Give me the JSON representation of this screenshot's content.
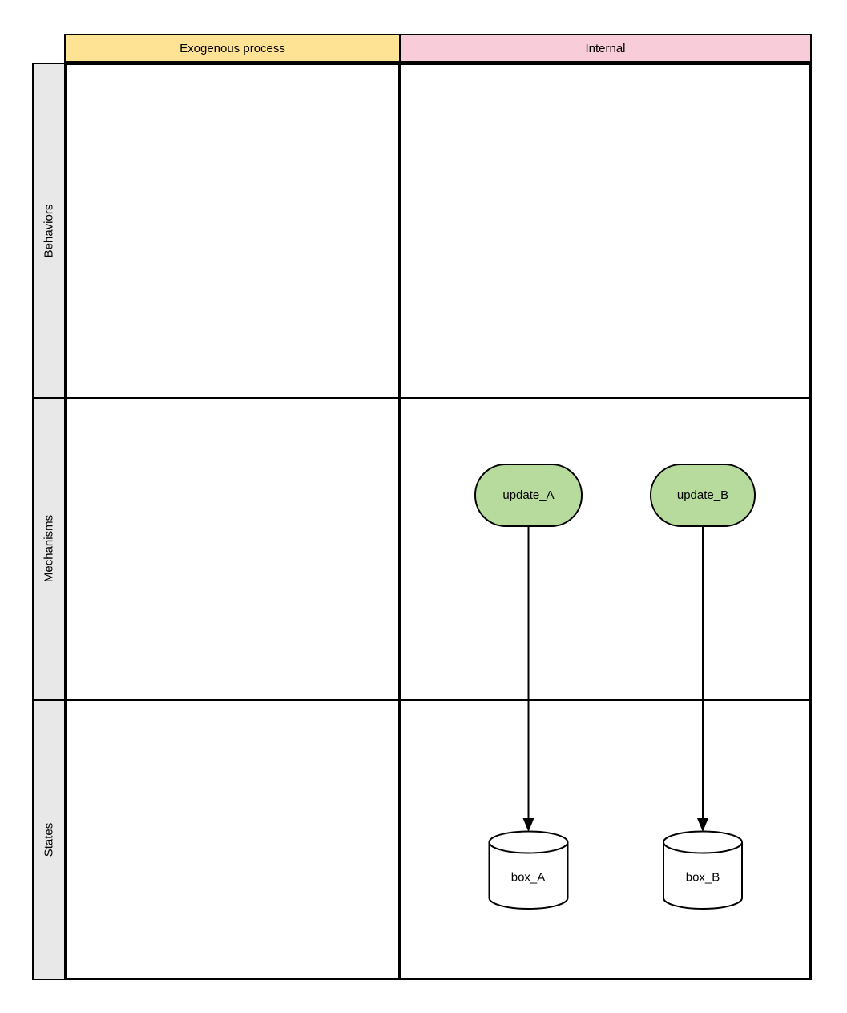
{
  "diagram": {
    "header": {
      "exogenous": "Exogenous process",
      "internal": "Internal"
    },
    "row_labels": {
      "behaviors": "Behaviors",
      "mechanisms": "Mechanisms",
      "states": "States"
    },
    "nodes": {
      "update_a": "update_A",
      "update_b": "update_B",
      "box_a": "box_A",
      "box_b": "box_B"
    },
    "edges": [
      {
        "from": "update_A",
        "to": "box_A",
        "style": "solid-arrow-down"
      },
      {
        "from": "update_B",
        "to": "box_B",
        "style": "solid-arrow-down"
      }
    ],
    "colors": {
      "exogenous_header_bg": "#ffe395",
      "internal_header_bg": "#f8ccd8",
      "row_label_bg": "#e8e8e8",
      "process_node_fill": "#b7db9d",
      "datastore_fill": "#ffffff",
      "stroke": "#000000",
      "background": "#ffffff"
    }
  }
}
